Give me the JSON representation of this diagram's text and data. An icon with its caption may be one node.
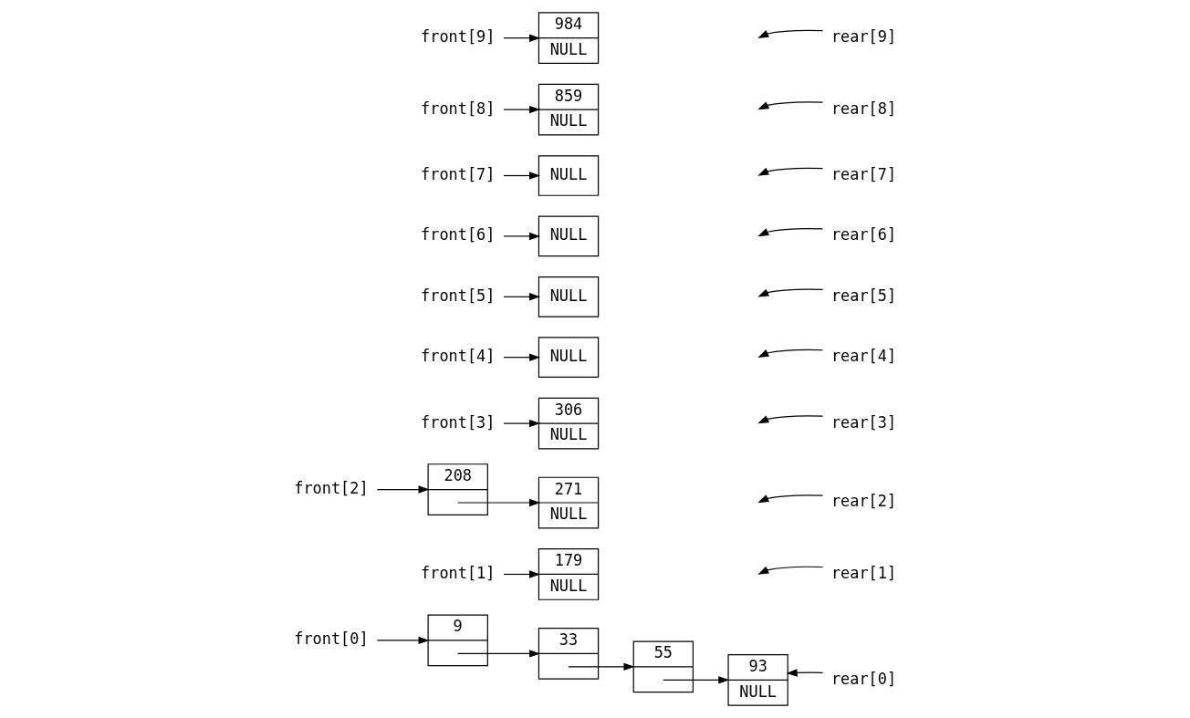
{
  "diagram": {
    "nodes": [
      {
        "text": [
          "front[0]"
        ]
      },
      {
        "text": [
          "9"
        ]
      },
      {
        "text": [
          "33"
        ]
      },
      {
        "text": [
          "55"
        ]
      },
      {
        "text": [
          "93",
          "NULL"
        ]
      },
      {
        "text": [
          "rear[0]"
        ]
      },
      {
        "text": [
          "front[1]"
        ]
      },
      {
        "text": [
          "179",
          "NULL"
        ]
      },
      {
        "text": [
          "rear[1]"
        ]
      },
      {
        "text": [
          "front[2]"
        ]
      },
      {
        "text": [
          "208"
        ]
      },
      {
        "text": [
          "271",
          "NULL"
        ]
      },
      {
        "text": [
          "rear[2]"
        ]
      },
      {
        "text": [
          "front[3]"
        ]
      },
      {
        "text": [
          "306",
          "NULL"
        ]
      },
      {
        "text": [
          "rear[3]"
        ]
      },
      {
        "text": [
          "front[4]"
        ]
      },
      {
        "text": [
          "NULL"
        ]
      },
      {
        "text": [
          "rear[4]"
        ]
      },
      {
        "text": [
          "front[5]"
        ]
      },
      {
        "text": [
          "NULL"
        ]
      },
      {
        "text": [
          "rear[5]"
        ]
      },
      {
        "text": [
          "front[6]"
        ]
      },
      {
        "text": [
          "NULL"
        ]
      },
      {
        "text": [
          "rear[6]"
        ]
      },
      {
        "text": [
          "front[7]"
        ]
      },
      {
        "text": [
          "NULL"
        ]
      },
      {
        "text": [
          "rear[7]"
        ]
      },
      {
        "text": [
          "front[8]"
        ]
      },
      {
        "text": [
          "859",
          "NULL"
        ]
      },
      {
        "text": [
          "rear[8]"
        ]
      },
      {
        "text": [
          "front[9]"
        ]
      },
      {
        "text": [
          "984",
          "NULL"
        ]
      },
      {
        "text": [
          "rear[9]"
        ]
      }
    ],
    "edges": [
      {
        "from": 0,
        "to": 1,
        "arrow": "to"
      },
      {
        "from": 1,
        "to": 2,
        "arrow": "to"
      },
      {
        "from": 2,
        "to": 3,
        "arrow": "to"
      },
      {
        "from": 3,
        "to": 4,
        "arrow": "to"
      },
      {
        "from": 5,
        "to": 4,
        "arrow": "to"
      },
      {
        "from": 6,
        "to": 7,
        "arrow": "to"
      },
      {
        "from": 8,
        "to": null,
        "arrow": "to"
      },
      {
        "from": 9,
        "to": 10,
        "arrow": "to"
      },
      {
        "from": 10,
        "to": 11,
        "arrow": "to"
      },
      {
        "from": 12,
        "to": null,
        "arrow": "to"
      },
      {
        "from": 13,
        "to": 14,
        "arrow": "to"
      },
      {
        "from": 15,
        "to": null,
        "arrow": "to"
      },
      {
        "from": 16,
        "to": 17,
        "arrow": "to"
      },
      {
        "from": 18,
        "to": null,
        "arrow": "to"
      },
      {
        "from": 19,
        "to": 20,
        "arrow": "to"
      },
      {
        "from": 21,
        "to": null,
        "arrow": "to"
      },
      {
        "from": 22,
        "to": 23,
        "arrow": "to"
      },
      {
        "from": 24,
        "to": null,
        "arrow": "to"
      },
      {
        "from": 25,
        "to": 26,
        "arrow": "to"
      },
      {
        "from": 27,
        "to": null,
        "arrow": "to"
      },
      {
        "from": 28,
        "to": 29,
        "arrow": "to"
      },
      {
        "from": 30,
        "to": null,
        "arrow": "to"
      },
      {
        "from": 31,
        "to": 32,
        "arrow": "to"
      },
      {
        "from": 33,
        "to": null,
        "arrow": "to"
      }
    ]
  }
}
